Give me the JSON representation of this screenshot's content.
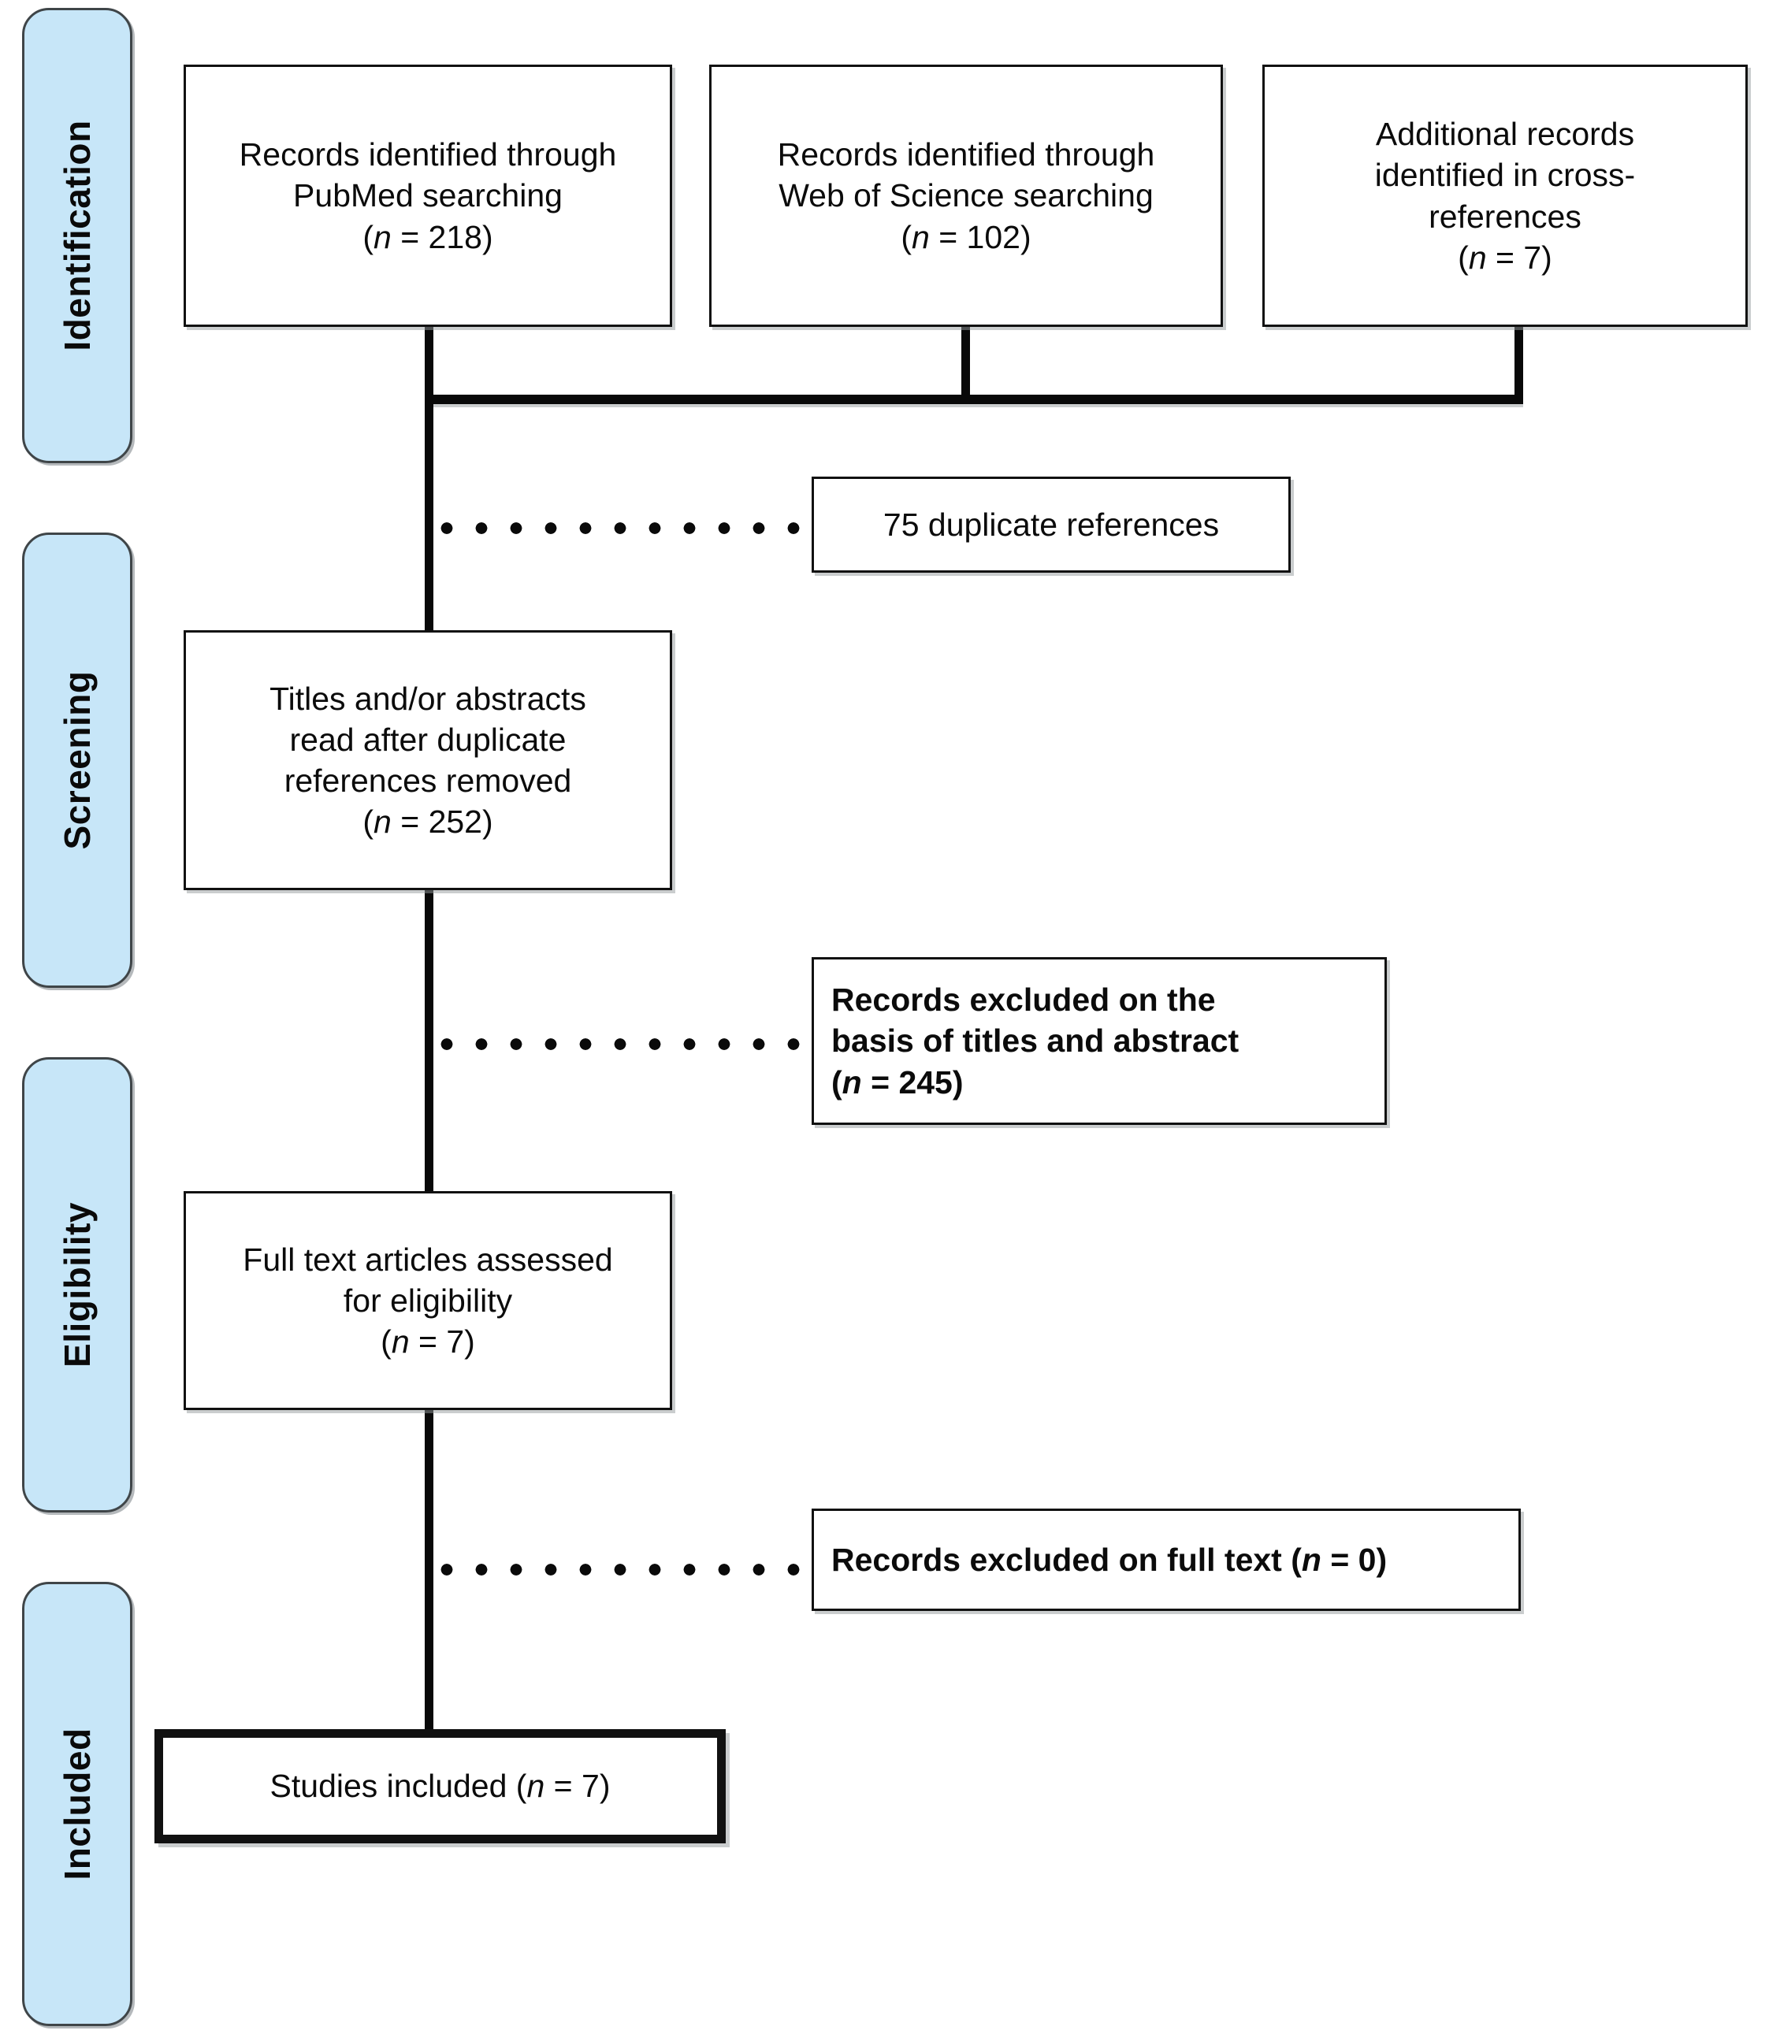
{
  "diagram": {
    "type": "prisma-flow-diagram",
    "stages": [
      {
        "id": "identification",
        "label": "Identification"
      },
      {
        "id": "screening",
        "label": "Screening"
      },
      {
        "id": "eligibility",
        "label": "Eligibility"
      },
      {
        "id": "included",
        "label": "Included"
      }
    ],
    "boxes": {
      "pubmed": {
        "line1": "Records identified through",
        "line2": "PubMed searching",
        "count_prefix": "(",
        "count_n": "n",
        "count_eq": " = ",
        "count_value": "218",
        "count_suffix": ")"
      },
      "wos": {
        "line1": "Records identified through",
        "line2": "Web of Science searching",
        "count_prefix": "(",
        "count_n": "n",
        "count_eq": " = ",
        "count_value": "102",
        "count_suffix": ")"
      },
      "crossref": {
        "line1": "Additional records",
        "line2": "identified in cross-",
        "line3": "references",
        "count_prefix": "(",
        "count_n": "n",
        "count_eq": " = ",
        "count_value": "7",
        "count_suffix": ")"
      },
      "duplicates": {
        "text": "75 duplicate references"
      },
      "screened": {
        "line1": "Titles and/or abstracts",
        "line2": "read after duplicate",
        "line3": "references removed",
        "count_prefix": "(",
        "count_n": "n",
        "count_eq": " = ",
        "count_value": "252",
        "count_suffix": ")"
      },
      "excluded_titles": {
        "line1": "Records excluded on the",
        "line2": "basis of titles and abstract",
        "count_prefix": " (",
        "count_n": "n",
        "count_eq": " = ",
        "count_value": "245",
        "count_suffix": ")"
      },
      "fulltext": {
        "line1": "Full text articles assessed",
        "line2": "for eligibility",
        "count_prefix": "(",
        "count_n": "n",
        "count_eq": " = ",
        "count_value": "7",
        "count_suffix": ")"
      },
      "excluded_fulltext": {
        "text": "Records excluded on full text",
        "count_prefix": "  (",
        "count_n": "n",
        "count_eq": " = ",
        "count_value": "0",
        "count_suffix": ")"
      },
      "included": {
        "text": "Studies included",
        "count_prefix": "  (",
        "count_n": "n",
        "count_eq": " = ",
        "count_value": "7",
        "count_suffix": ")"
      }
    },
    "colors": {
      "stage_fill": "#c7e6f8",
      "stage_border": "#3f4548",
      "box_border": "#111111",
      "line": "#090909",
      "background": "#ffffff"
    }
  }
}
